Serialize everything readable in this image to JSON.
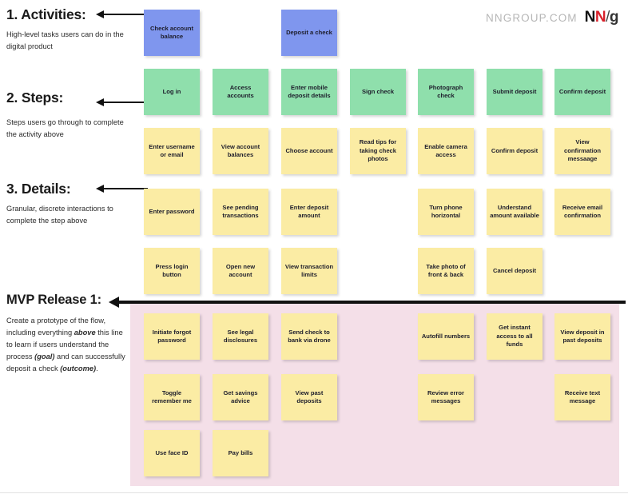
{
  "logo": {
    "domain": "NNGROUP.COM",
    "mark_n1": "N",
    "mark_n2": "N",
    "mark_slash": "/",
    "mark_g": "g"
  },
  "rail": [
    {
      "heading": "1. Activities:",
      "description": "High-level tasks users can do in the digital product"
    },
    {
      "heading": "2. Steps:",
      "description": "Steps users go through to complete the activity above"
    },
    {
      "heading": "3. Details:",
      "description": "Granular, discrete interactions to complete the step above"
    },
    {
      "heading": "MVP Release 1:",
      "description": "Create a prototype of the flow, including everything above this line to learn if users understand the process (goal) and can successfully deposit a check (outcome)."
    }
  ],
  "colors": {
    "activity_note": "#7f96ee",
    "step_note": "#8fdfac",
    "detail_note": "#fbeca4",
    "mvp_band": "#f4dfe8",
    "logo_red": "#d8202a"
  },
  "activities": [
    {
      "label": "Check account balance",
      "col": 1
    },
    {
      "label": "Deposit a check",
      "col": 3
    }
  ],
  "steps": [
    "Log in",
    "Access accounts",
    "Enter mobile deposit details",
    "Sign check",
    "Photograph check",
    "Submit deposit",
    "Confirm deposit"
  ],
  "detail_rows": [
    [
      "Enter username or email",
      "View account balances",
      "Choose account",
      "Read tips for taking check photos",
      "Enable camera access",
      "Confirm deposit",
      "View confirmation messaage"
    ],
    [
      "Enter password",
      "See pending transactions",
      "Enter deposit amount",
      "",
      "Turn phone horizontal",
      "Understand amount available",
      "Receive email confirmation"
    ],
    [
      "Press login button",
      "Open new account",
      "View transaction limits",
      "",
      "Take photo of front & back",
      "Cancel deposit",
      ""
    ]
  ],
  "mvp_rows": [
    [
      "Initiate forgot password",
      "See legal disclosures",
      "Send check to bank via drone",
      "",
      "Autofill numbers",
      "Get instant access to all funds",
      "View deposit in past deposits"
    ],
    [
      "Toggle remember me",
      "Get savings advice",
      "View past deposits",
      "",
      "Review error messages",
      "",
      "Receive text message"
    ],
    [
      "Use face ID",
      "Pay bills",
      "",
      "",
      "",
      "",
      ""
    ]
  ]
}
